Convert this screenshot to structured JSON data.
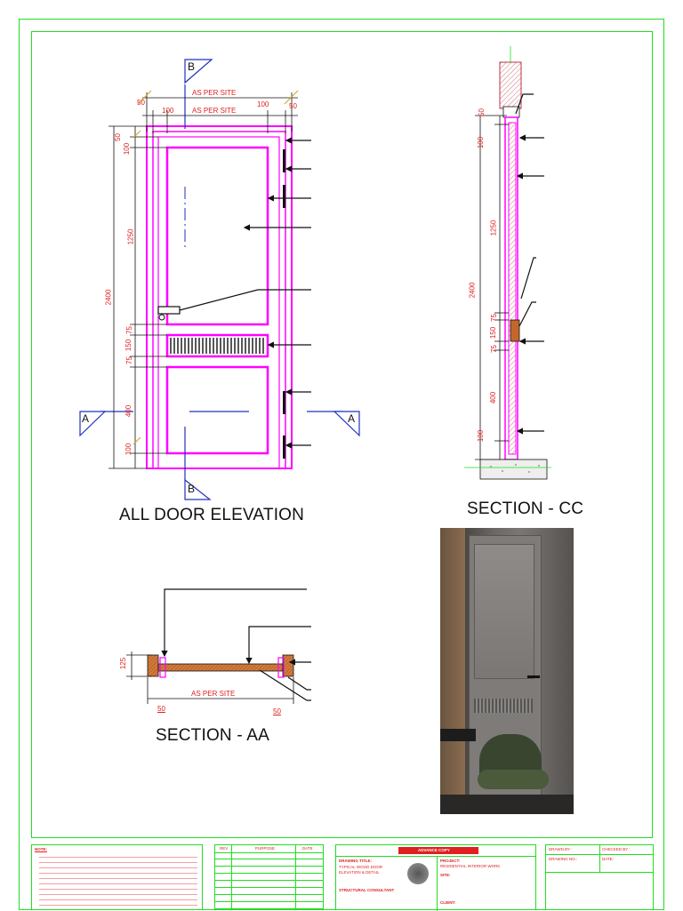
{
  "drawing": {
    "elevation_title": "ALL DOOR ELEVATION",
    "section_cc_title": "SECTION - CC",
    "section_aa_title": "SECTION - AA",
    "section_markers": {
      "a": "A",
      "b": "B"
    },
    "elevation_dims": {
      "overall_width": "AS PER SITE",
      "inner_width": "AS PER SITE",
      "frame_left": "50",
      "frame_right": "50",
      "rail_left": "100",
      "rail_right": "100",
      "height_total": "2400",
      "top_rail": "100",
      "top_frame": "50",
      "upper_panel": "1250",
      "mid_rail_1": "75",
      "louver": "150",
      "mid_rail_2": "75",
      "lower_panel": "400",
      "bottom_rail": "100"
    },
    "section_cc_dims": {
      "top_frame": "50",
      "top_rail": "100",
      "upper_panel": "1250",
      "height_total": "2400",
      "mid_rail_1": "75",
      "louver": "150",
      "mid_rail_2": "75",
      "lower_panel": "400",
      "bottom_rail": "100"
    },
    "section_aa_dims": {
      "thickness": "125",
      "width": "AS PER SITE",
      "left_frame": "50",
      "right_frame": "50"
    }
  },
  "colors": {
    "border": "#22dd22",
    "door_outline": "#ff00ff",
    "dimension": "#e02020",
    "extension": "#d4a017",
    "wood": "#c4662c",
    "linework": "#111111",
    "marker_fill": "#2030c0"
  },
  "title_block": {
    "notes_heading": "NOTE:",
    "rev_header": [
      "REV",
      "PURPOSE",
      "DATE"
    ],
    "stamp": "ADVANCE COPY",
    "drawing_title_label": "DRAWING TITLE:",
    "drawing_title": [
      "TYPICAL WOOD DOOR",
      "ELEVATION & DETAIL"
    ],
    "consultant_label": "STRUCTURAL CONSULTANT",
    "project_label": "PROJECT:",
    "project_name": "RESIDENTIAL INTERIOR WORK",
    "site_label": "SITE:",
    "client_label": "CLIENT:",
    "drawn_by_label": "DRAWN BY :",
    "checked_by_label": "CHECKED BY :",
    "drawing_no_label": "DRAWING NO.:",
    "date_label": "DATE:"
  }
}
